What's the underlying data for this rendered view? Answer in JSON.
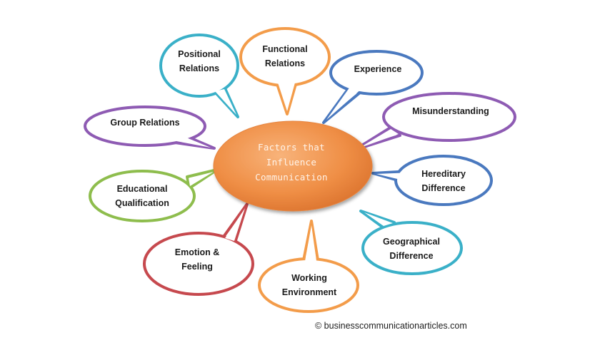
{
  "center": {
    "lines": [
      "Factors that",
      "Influence",
      "Communication"
    ]
  },
  "factors": [
    {
      "id": "positional-relations",
      "lines": [
        "Positional",
        "Relations"
      ],
      "color": "#3ab0c8"
    },
    {
      "id": "functional-relations",
      "lines": [
        "Functional",
        "Relations"
      ],
      "color": "#f39c4a"
    },
    {
      "id": "experience",
      "lines": [
        "Experience"
      ],
      "color": "#4a79bf"
    },
    {
      "id": "group-relations",
      "lines": [
        "Group Relations"
      ],
      "color": "#8e5bb3"
    },
    {
      "id": "misunderstanding",
      "lines": [
        "Misunderstanding"
      ],
      "color": "#8e5bb3"
    },
    {
      "id": "educational-qualification",
      "lines": [
        "Educational",
        "Qualification"
      ],
      "color": "#8ebd4d"
    },
    {
      "id": "hereditary-difference",
      "lines": [
        "Hereditary",
        "Difference"
      ],
      "color": "#4a79bf"
    },
    {
      "id": "emotion-feeling",
      "lines": [
        "Emotion &",
        "Feeling"
      ],
      "color": "#c6494e"
    },
    {
      "id": "geographical-difference",
      "lines": [
        "Geographical",
        "Difference"
      ],
      "color": "#3ab0c8"
    },
    {
      "id": "working-environment",
      "lines": [
        "Working",
        "Environment"
      ],
      "color": "#f39c4a"
    }
  ],
  "footer": {
    "copyright": "© businesscommunicationarticles.com"
  }
}
